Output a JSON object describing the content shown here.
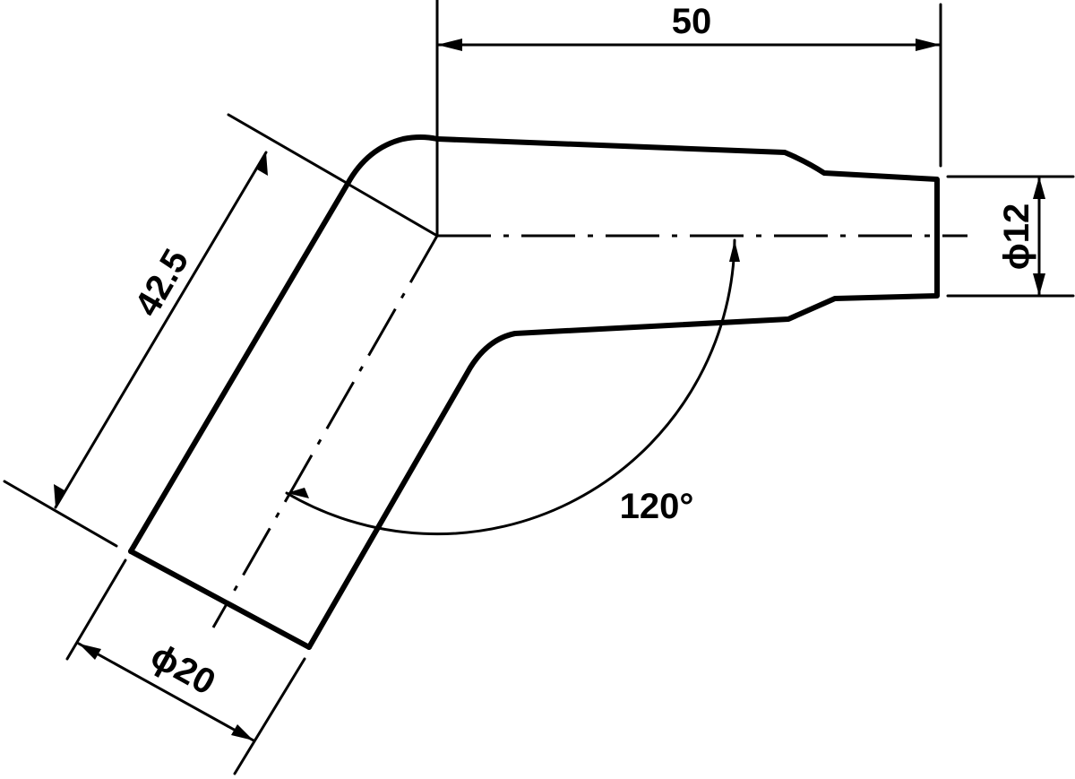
{
  "dimensions": {
    "length_straight": "50",
    "length_angled": "42.5",
    "diameter_small": "ϕ12",
    "diameter_large": "ϕ20",
    "angle": "120°"
  },
  "colors": {
    "ink": "#000000",
    "paper": "#ffffff"
  }
}
